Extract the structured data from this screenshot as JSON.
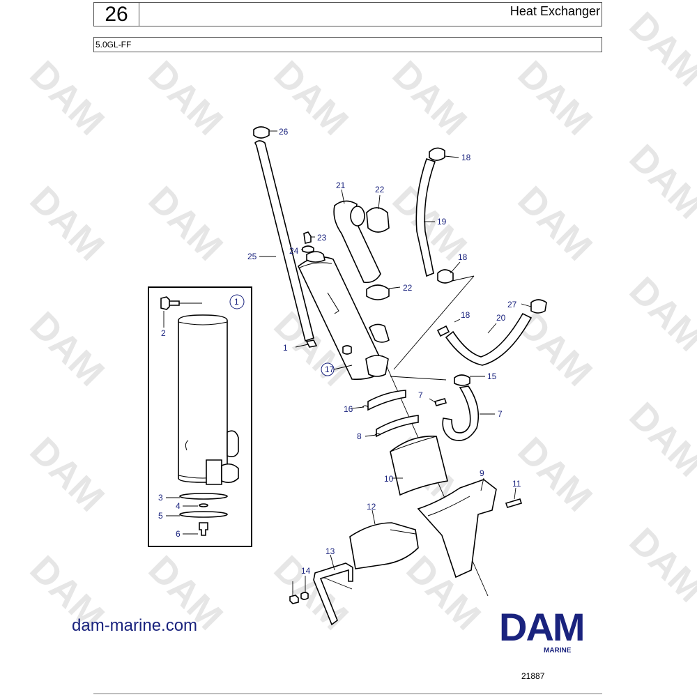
{
  "header": {
    "page_number": "26",
    "title": "Heat Exchanger",
    "model": "5.0GL-FF"
  },
  "diagram": {
    "callouts": [
      "26",
      "18",
      "21",
      "22",
      "19",
      "23",
      "24",
      "25",
      "18",
      "22",
      "18",
      "20",
      "27",
      "1",
      "17",
      "15",
      "7",
      "16",
      "7",
      "8",
      "10",
      "9",
      "11",
      "12",
      "13",
      "14"
    ],
    "inset": {
      "badge": "1",
      "callouts": [
        "2",
        "3",
        "4",
        "5",
        "6"
      ]
    },
    "watermark": "DAM"
  },
  "footer": {
    "website": "dam-marine.com",
    "logo_text": "DAM",
    "logo_subtext": "MARINE",
    "drawing_number": "21887"
  },
  "colors": {
    "accent": "#1a237e",
    "watermark": "#e6e6e6"
  }
}
